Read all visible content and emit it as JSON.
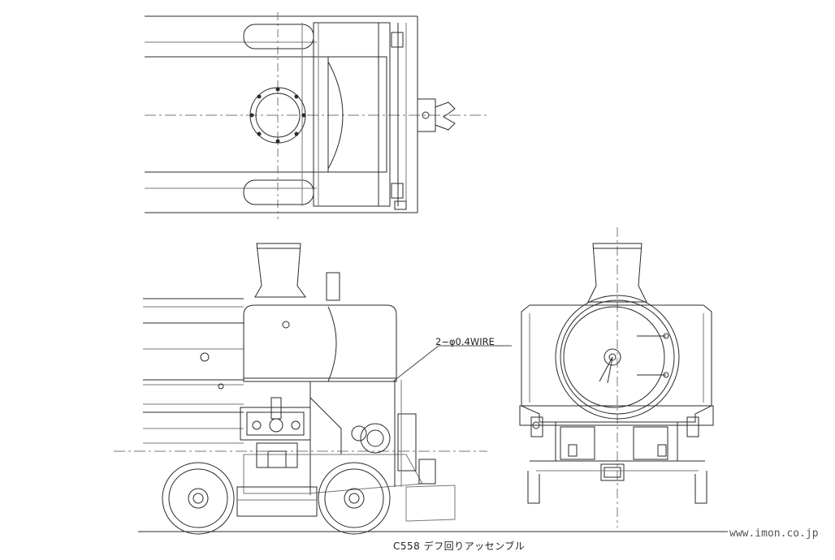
{
  "caption": "C558  デフ回りアッセンブル",
  "watermark": "www.imon.co.jp",
  "annotation": "2−φ0.4WIRE",
  "colors": {
    "line": "#2a2a2a",
    "thin": "#777777",
    "background": "#ffffff"
  }
}
